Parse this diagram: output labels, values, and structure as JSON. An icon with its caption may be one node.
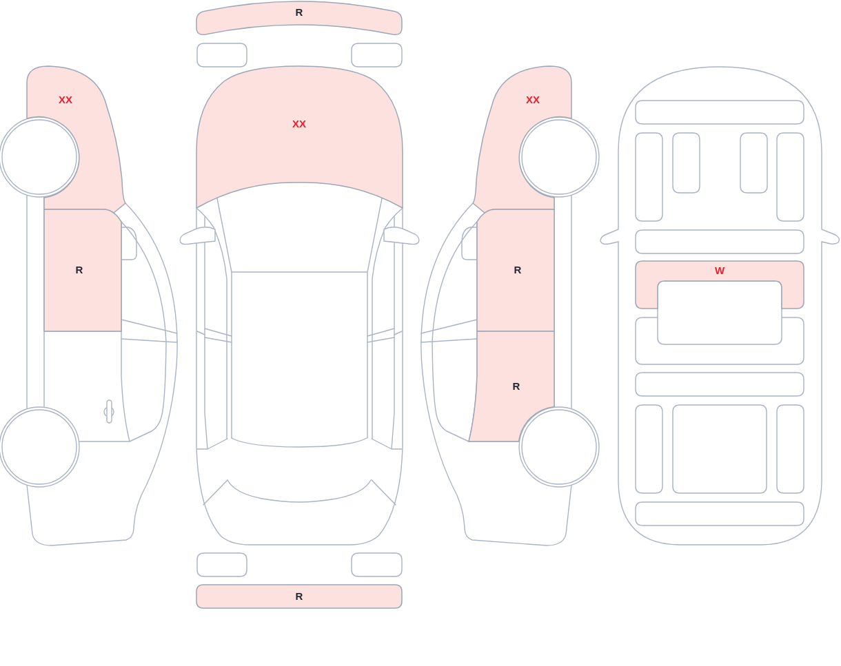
{
  "diagram": {
    "nodes": [
      {
        "text": [
          "XX"
        ]
      },
      {
        "text": [
          "R"
        ]
      },
      {
        "text": [
          "R"
        ]
      },
      {
        "text": [
          "XX"
        ]
      },
      {
        "text": [
          "R"
        ]
      },
      {
        "text": [
          "XX"
        ]
      },
      {
        "text": [
          "R"
        ]
      },
      {
        "text": [
          "R"
        ]
      },
      {
        "text": [
          "W"
        ]
      }
    ]
  }
}
